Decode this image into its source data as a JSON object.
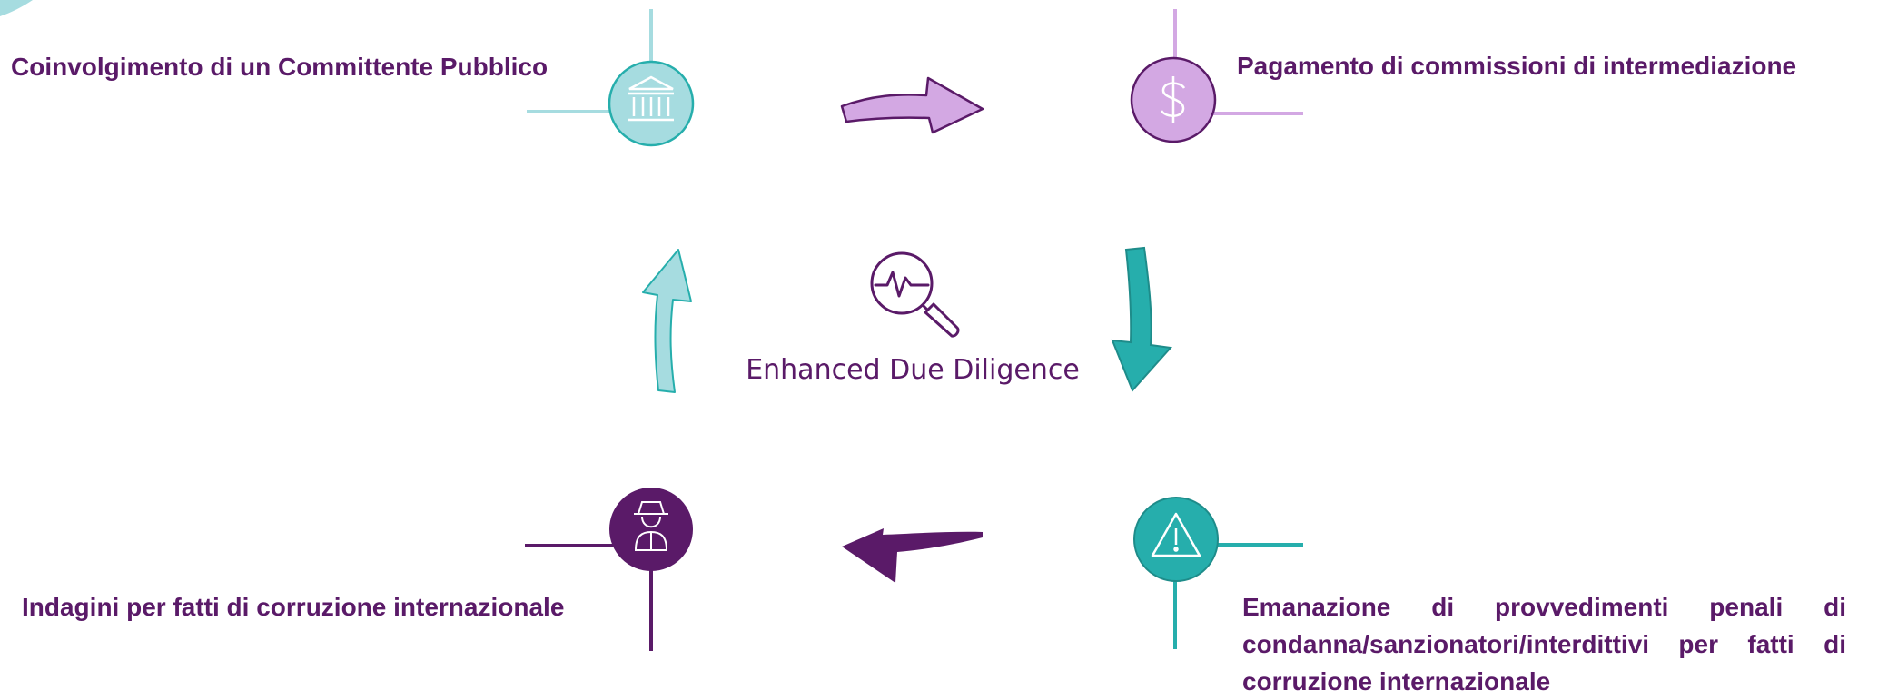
{
  "colors": {
    "text": "#5a1a68",
    "teal_light": "#a6dce0",
    "teal_dark": "#26aeac",
    "violet": "#d3a8e3",
    "deep_purple": "#5a1a68"
  },
  "center": {
    "icon": "magnifier-pulse-icon",
    "title": "Enhanced Due Diligence"
  },
  "nodes": [
    {
      "id": "top-left",
      "icon": "bank-icon",
      "label": "Coinvolgimento di un Committente Pubblico"
    },
    {
      "id": "top-right",
      "icon": "dollar-icon",
      "label": "Pagamento di commissioni di intermediazione"
    },
    {
      "id": "bottom-right",
      "icon": "warning-icon",
      "label": "Emanazione di provvedimenti penali di condanna/sanzionatori/interdittivi per fatti di corruzione internazionale"
    },
    {
      "id": "bottom-left",
      "icon": "detective-icon",
      "label": "Indagini per fatti di corruzione internazionale"
    }
  ]
}
